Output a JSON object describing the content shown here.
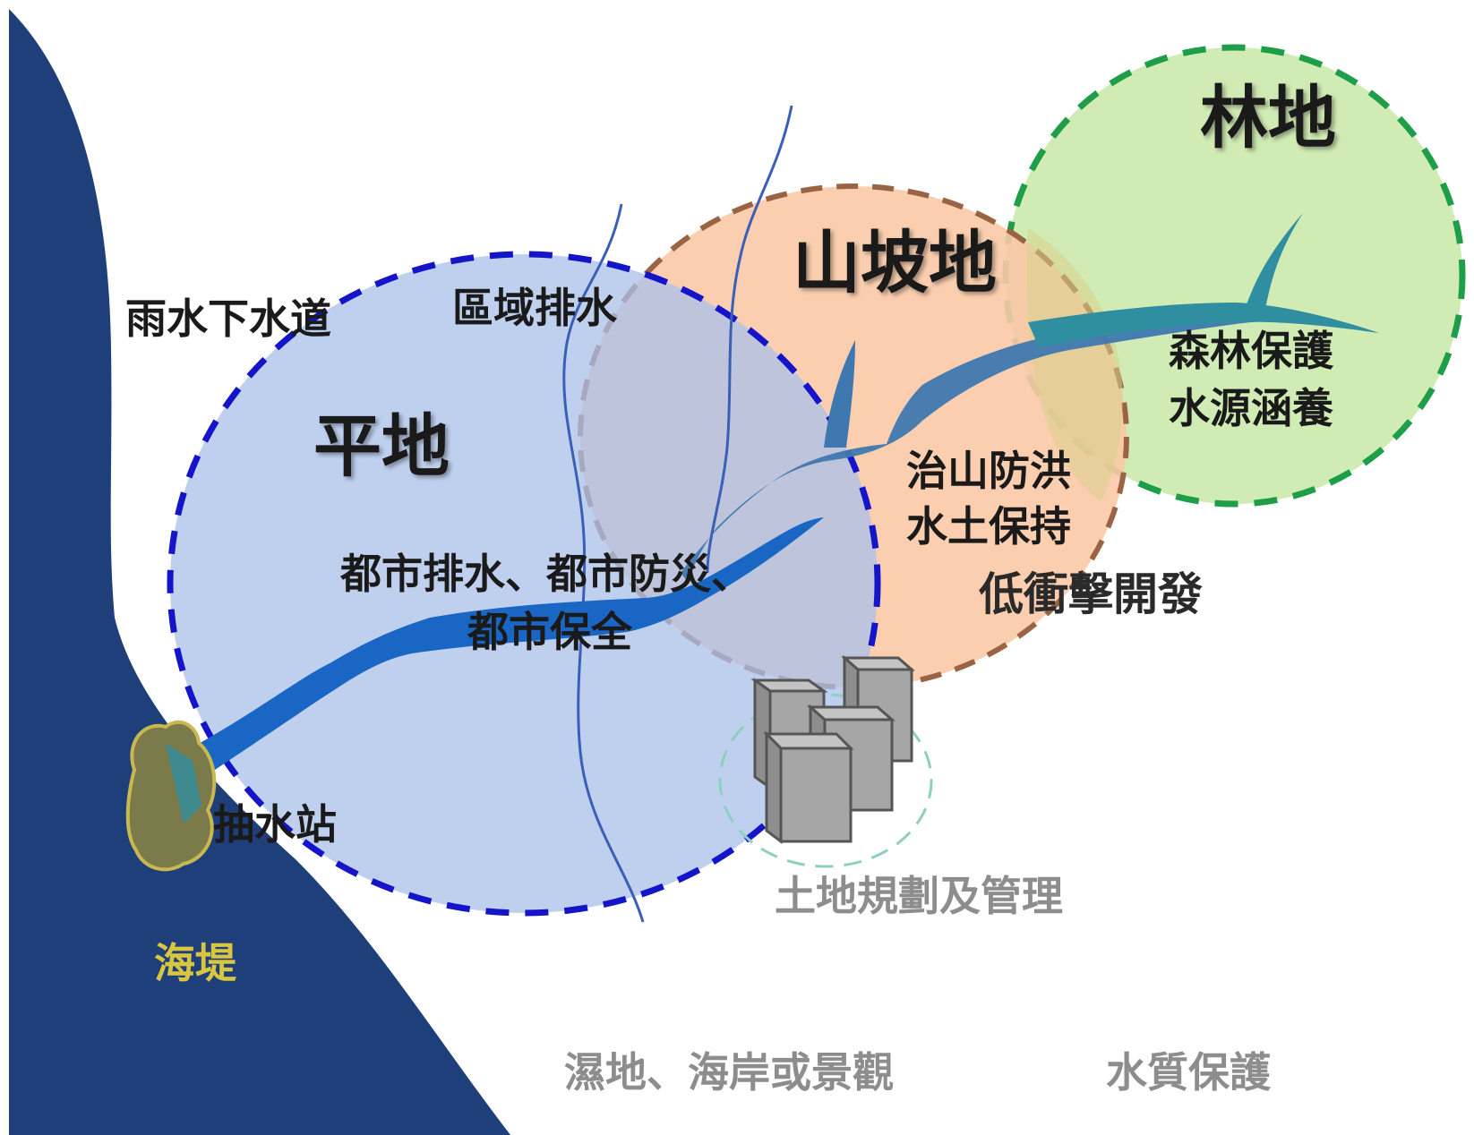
{
  "zones": {
    "plain": "平地",
    "slope": "山坡地",
    "forest": "林地"
  },
  "labels": {
    "storm_sewer": "雨水下水道",
    "regional_drainage": "區域排水",
    "urban_line1": "都市排水、都市防災、",
    "urban_line2": "都市保全",
    "pump_station": "抽水站",
    "seawall": "海堤",
    "mountain_line1": "治山防洪",
    "mountain_line2": "水土保持",
    "lid": "低衝擊開發",
    "forest_line1": "森林保護",
    "forest_line2": "水源涵養",
    "land_planning": "土地規劃及管理",
    "wetland": "濕地、海岸或景觀",
    "water_quality": "水質保護"
  },
  "colors": {
    "sea": "#1f3f7a",
    "plain_fill": "#a9c0ea",
    "plain_border": "#1414c8",
    "slope_fill": "#f9c9a6",
    "slope_border": "#9a6444",
    "forest_fill": "#cdeab0",
    "forest_border": "#1e9e48",
    "river": "#1a66c4",
    "river_upper": "#3f78b0",
    "river_teal": "#2f8ea0",
    "seawall_text": "#d8c640",
    "gray_text": "#8d8d8d"
  },
  "icons": [
    "pump-station-rock-icon",
    "city-buildings-icon"
  ]
}
